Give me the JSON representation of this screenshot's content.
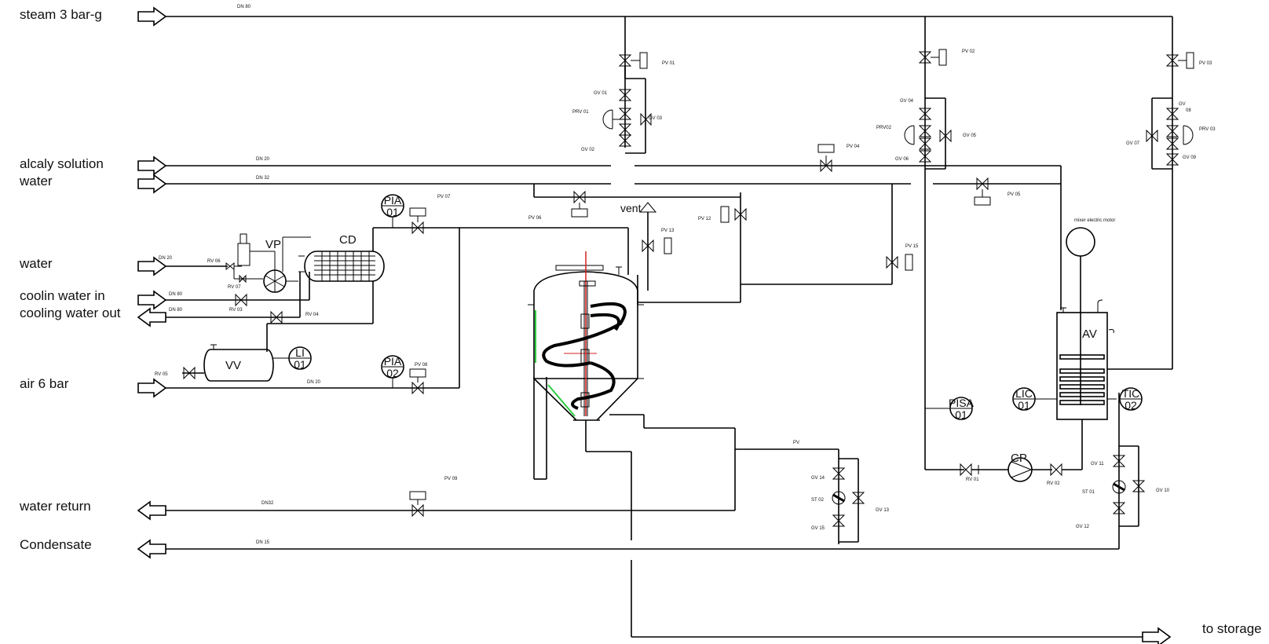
{
  "streams": {
    "steam": "steam 3 bar-g",
    "alcaly": "alcaly solution",
    "water1": "water",
    "water2": "water",
    "cooling_in": "coolin water in",
    "cooling_out": "cooling water out",
    "air": "air 6 bar",
    "water_return": "water return",
    "condensate": "Condensate",
    "storage": "to storage"
  },
  "line_sizes": {
    "steam": "DN 80",
    "alcaly": "DN 20",
    "water1": "DN 32",
    "water2": "DN 20",
    "cooling_in": "DN 80",
    "cooling_out": "DN 80",
    "air": "DN 20",
    "water_return": "DN32",
    "condensate": "DN 15"
  },
  "equipment": {
    "vp": "VP",
    "cd": "CD",
    "vv": "VV",
    "av": "AV",
    "cp": "CP",
    "vent": "vent",
    "motor": "mixer electric motor"
  },
  "instruments": {
    "pia01": [
      "PIA",
      "01"
    ],
    "pia02": [
      "PIA",
      "02"
    ],
    "li01": [
      "LI",
      "01"
    ],
    "pisa01": [
      "PISA",
      "01"
    ],
    "lic01": [
      "LIC",
      "01"
    ],
    "tic02": [
      "TIC",
      "02"
    ]
  },
  "valves": {
    "pv01": "PV 01",
    "pv02": "PV 02",
    "pv03": "PV 03",
    "pv04": "PV 04",
    "pv05": "PV 05",
    "pv06": "PV 06",
    "pv07": "PV 07",
    "pv08": "PV 08",
    "pv09": "PV 09",
    "pv12": "PV 12",
    "pv13": "PV 13",
    "pv15": "PV 15",
    "pv": "PV",
    "gv01": "GV 01",
    "gv02": "GV 02",
    "gv03": "GV 03",
    "gv04": "GV 04",
    "gv05": "GV 05",
    "gv06": "GV 06",
    "gv07": "GV 07",
    "gv08": "08",
    "gv08b": "GV",
    "gv09": "GV 09",
    "gv10": "GV 10",
    "gv11": "GV 11",
    "gv12": "GV 12",
    "gv13": "GV 13",
    "gv14": "GV 14",
    "gv15": "GV 15",
    "prv01": "PRV 01",
    "prv02": "PRV02",
    "prv03": "PRV 03",
    "rv01": "RV 01",
    "rv02": "RV 02",
    "rv03": "RV 03",
    "rv04": "RV 04",
    "rv05": "RV 05",
    "rv06": "RV 06",
    "rv07": "RV 07",
    "st01": "ST 01",
    "st02": "ST 02"
  }
}
